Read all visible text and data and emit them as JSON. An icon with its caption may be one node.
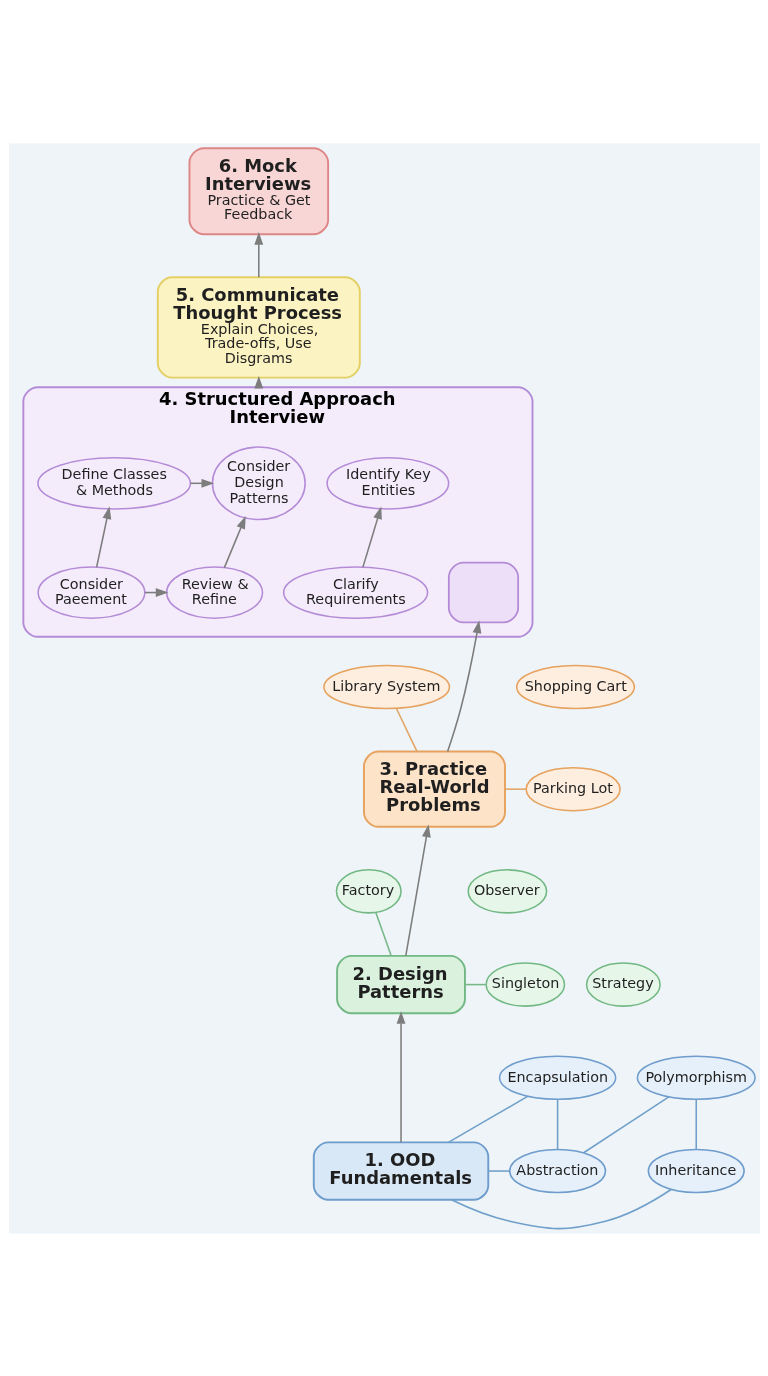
{
  "diagram": {
    "nodes": [
      {
        "text": [
          "1. OOD Fundamentals"
        ]
      },
      {
        "text": [
          "Encapsulation"
        ]
      },
      {
        "text": [
          "Abstraction"
        ]
      },
      {
        "text": [
          "Polymorphism"
        ]
      },
      {
        "text": [
          "Inheritance"
        ]
      },
      {
        "text": [
          "2. Design Patterns"
        ]
      },
      {
        "text": [
          "Singleton"
        ]
      },
      {
        "text": [
          "Factory"
        ]
      },
      {
        "text": [
          "Strategy"
        ]
      },
      {
        "text": [
          "Observer"
        ]
      },
      {
        "text": [
          "3. Practice Real-World Problems"
        ]
      },
      {
        "text": [
          "Parking Lot"
        ]
      },
      {
        "text": [
          "Library System"
        ]
      },
      {
        "text": [
          "Shopping Cart"
        ]
      },
      {
        "text": [
          "4. Structured Approach Interview"
        ]
      },
      {
        "text": [],
        "shape": "box",
        "in": 14
      },
      {
        "text": [
          "Clarify Requirements"
        ],
        "in": 14
      },
      {
        "text": [
          "Identify Key Entities"
        ],
        "in": 14
      },
      {
        "text": [
          "Consider Paeement"
        ],
        "in": 14
      },
      {
        "text": [
          "Define Classes & Methods"
        ],
        "in": 14
      },
      {
        "text": [
          "Review & Refine"
        ],
        "in": 14
      },
      {
        "text": [
          "Consider Design Patterns"
        ],
        "in": 14
      },
      {
        "text": [
          "5. Communicate Thought Process",
          "Explain Choices, Trade-offs, Use Disgrams"
        ]
      },
      {
        "text": [
          "6. Mock Interviews",
          "Practice & Get Feedback"
        ]
      }
    ],
    "edges": [
      {
        "from": 0,
        "to": 5,
        "arrow": "to"
      },
      {
        "from": 5,
        "to": 10,
        "arrow": "to"
      },
      {
        "from": 10,
        "to": 15,
        "arrow": "to"
      },
      {
        "from": 14,
        "to": 22,
        "arrow": "to"
      },
      {
        "from": 22,
        "to": 23,
        "arrow": "to"
      },
      {
        "from": 0,
        "to": 1,
        "arrow": "none",
        "color": "#6f9fca"
      },
      {
        "from": 0,
        "to": 2,
        "arrow": "none",
        "color": "#6f9fca"
      },
      {
        "from": 0,
        "to": 4,
        "arrow": "none",
        "color": "#6f9fca"
      },
      {
        "from": 2,
        "to": 1,
        "arrow": "none",
        "color": "#6f9fca"
      },
      {
        "from": 2,
        "to": 3,
        "arrow": "none",
        "color": "#6f9fca"
      },
      {
        "from": 4,
        "to": 3,
        "arrow": "none",
        "color": "#6f9fca"
      },
      {
        "from": 5,
        "to": 6,
        "arrow": "none",
        "color": "#76b887"
      },
      {
        "from": 5,
        "to": 7,
        "arrow": "none",
        "color": "#76b887"
      },
      {
        "from": 10,
        "to": 11,
        "arrow": "none",
        "color": "#e3a565"
      },
      {
        "from": 10,
        "to": 12,
        "arrow": "none",
        "color": "#e3a565"
      },
      {
        "from": 16,
        "to": 17,
        "arrow": "to"
      },
      {
        "from": 18,
        "to": 19,
        "arrow": "to"
      },
      {
        "from": 18,
        "to": 20,
        "arrow": "to"
      },
      {
        "from": 20,
        "to": 21,
        "arrow": "to"
      },
      {
        "from": 19,
        "to": 21,
        "arrow": "to"
      }
    ]
  }
}
